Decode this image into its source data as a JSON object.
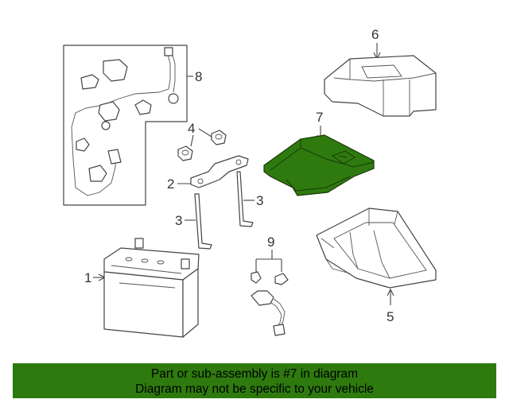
{
  "callouts": {
    "c1": "1",
    "c2": "2",
    "c3a": "3",
    "c3b": "3",
    "c4": "4",
    "c5": "5",
    "c6": "6",
    "c7": "7",
    "c8": "8",
    "c9": "9"
  },
  "highlight_color": "#2e7a0f",
  "banner": {
    "line1": "Part or sub-assembly is #7 in diagram",
    "line2": "Diagram may not be specific to your vehicle"
  }
}
